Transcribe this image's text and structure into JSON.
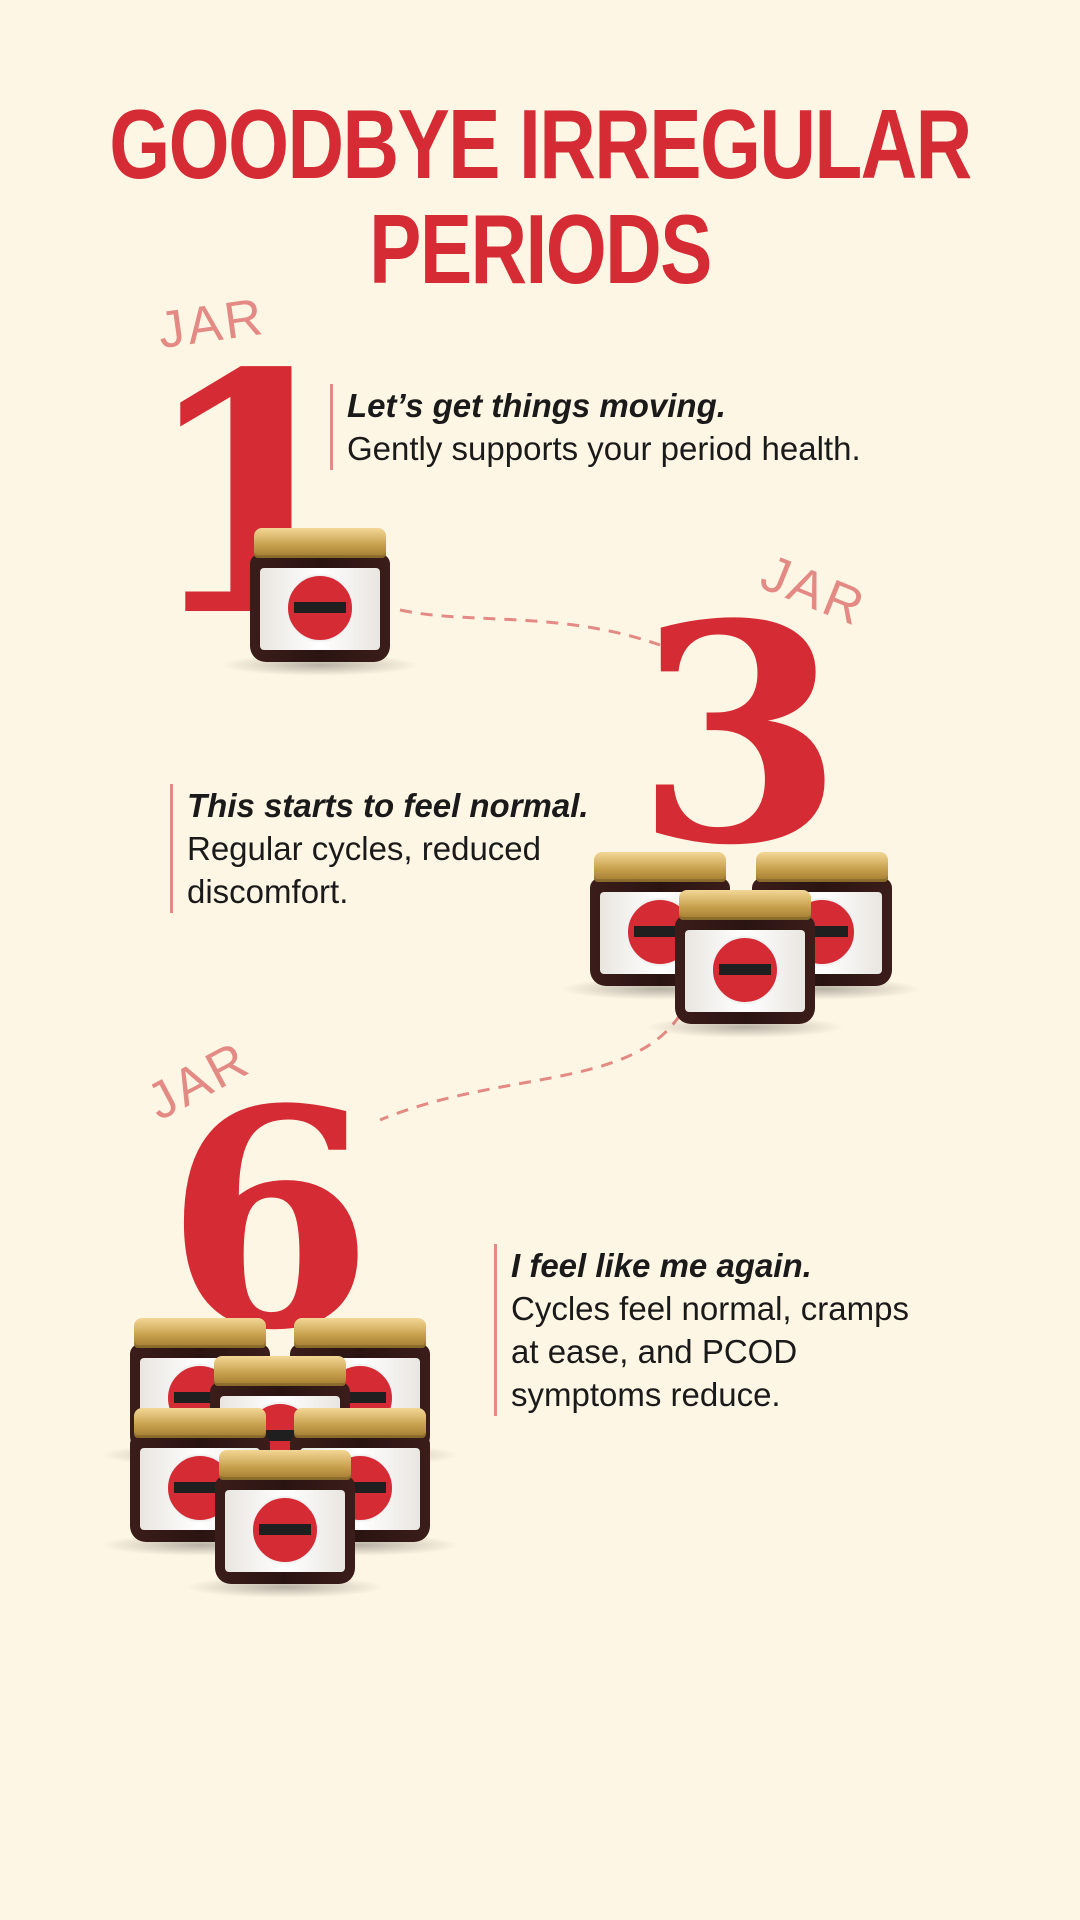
{
  "headline": {
    "line1": "GOODBYE IRREGULAR",
    "line2": "PERIODS"
  },
  "colors": {
    "background": "#fef6e4",
    "accent_red": "#d52b35",
    "muted_pink": "#e48a84",
    "text": "#1a1a1a"
  },
  "steps": [
    {
      "jar_word": "JAR",
      "number": "1",
      "jar_count": 1,
      "heading": "Let’s get things moving.",
      "body": "Gently supports your period health."
    },
    {
      "jar_word": "JAR",
      "number": "3",
      "jar_count": 3,
      "heading": "This starts to feel normal.",
      "body": "Regular cycles, reduced discomfort."
    },
    {
      "jar_word": "JAR",
      "number": "6",
      "jar_count": 6,
      "heading": "I feel like me again.",
      "body": "Cycles feel normal, cramps at ease, and PCOD symptoms reduce."
    }
  ],
  "product_icon": "malt-jar-icon"
}
